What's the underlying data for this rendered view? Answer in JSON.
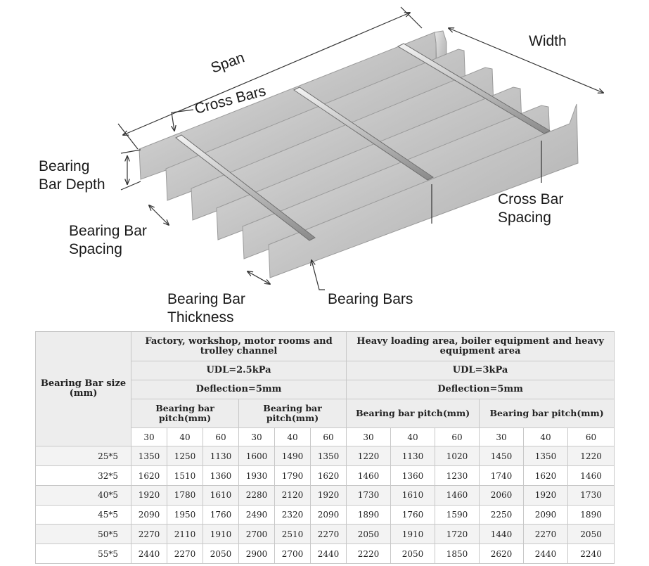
{
  "diagram": {
    "labels": {
      "span": "Span",
      "width": "Width",
      "cross_bars": "Cross Bars",
      "bearing_bar_depth_1": "Bearing",
      "bearing_bar_depth_2": "Bar Depth",
      "bearing_bar_spacing_1": "Bearing Bar",
      "bearing_bar_spacing_2": "Spacing",
      "bearing_bar_thickness_1": "Bearing Bar",
      "bearing_bar_thickness_2": "Thickness",
      "bearing_bars": "Bearing Bars",
      "cross_bar_spacing_1": "Cross Bar",
      "cross_bar_spacing_2": "Spacing"
    }
  },
  "table": {
    "size_header_1": "Bearing Bar size",
    "size_header_2": "(mm)",
    "group1": {
      "area_line1": "Factory, workshop, motor rooms and",
      "area_line2": "trolley channel",
      "udl": "UDL=2.5kPa",
      "deflection": "Deflection=5mm",
      "pitch_a_line1": "Bearing bar",
      "pitch_a_line2": "pitch(mm)",
      "pitch_b_line1": "Bearing bar",
      "pitch_b_line2": "pitch(mm)"
    },
    "group2": {
      "area_line1": "Heavy loading area, boiler equipment and heavy",
      "area_line2": "equipment area",
      "udl": "UDL=3kPa",
      "deflection": "Deflection=5mm",
      "pitch_a": "Bearing bar pitch(mm)",
      "pitch_b": "Bearing bar pitch(mm)"
    },
    "pitches": [
      "30",
      "40",
      "60",
      "30",
      "40",
      "60",
      "30",
      "40",
      "60",
      "30",
      "40",
      "60"
    ],
    "rows": [
      {
        "size": "25*5",
        "values": [
          "1350",
          "1250",
          "1130",
          "1600",
          "1490",
          "1350",
          "1220",
          "1130",
          "1020",
          "1450",
          "1350",
          "1220"
        ]
      },
      {
        "size": "32*5",
        "values": [
          "1620",
          "1510",
          "1360",
          "1930",
          "1790",
          "1620",
          "1460",
          "1360",
          "1230",
          "1740",
          "1620",
          "1460"
        ]
      },
      {
        "size": "40*5",
        "values": [
          "1920",
          "1780",
          "1610",
          "2280",
          "2120",
          "1920",
          "1730",
          "1610",
          "1460",
          "2060",
          "1920",
          "1730"
        ]
      },
      {
        "size": "45*5",
        "values": [
          "2090",
          "1950",
          "1760",
          "2490",
          "2320",
          "2090",
          "1890",
          "1760",
          "1590",
          "2250",
          "2090",
          "1890"
        ]
      },
      {
        "size": "50*5",
        "values": [
          "2270",
          "2110",
          "1910",
          "2700",
          "2510",
          "2270",
          "2050",
          "1910",
          "1720",
          "1440",
          "2270",
          "2050"
        ]
      },
      {
        "size": "55*5",
        "values": [
          "2440",
          "2270",
          "2050",
          "2900",
          "2700",
          "2440",
          "2220",
          "2050",
          "1850",
          "2620",
          "2440",
          "2240"
        ]
      }
    ]
  }
}
